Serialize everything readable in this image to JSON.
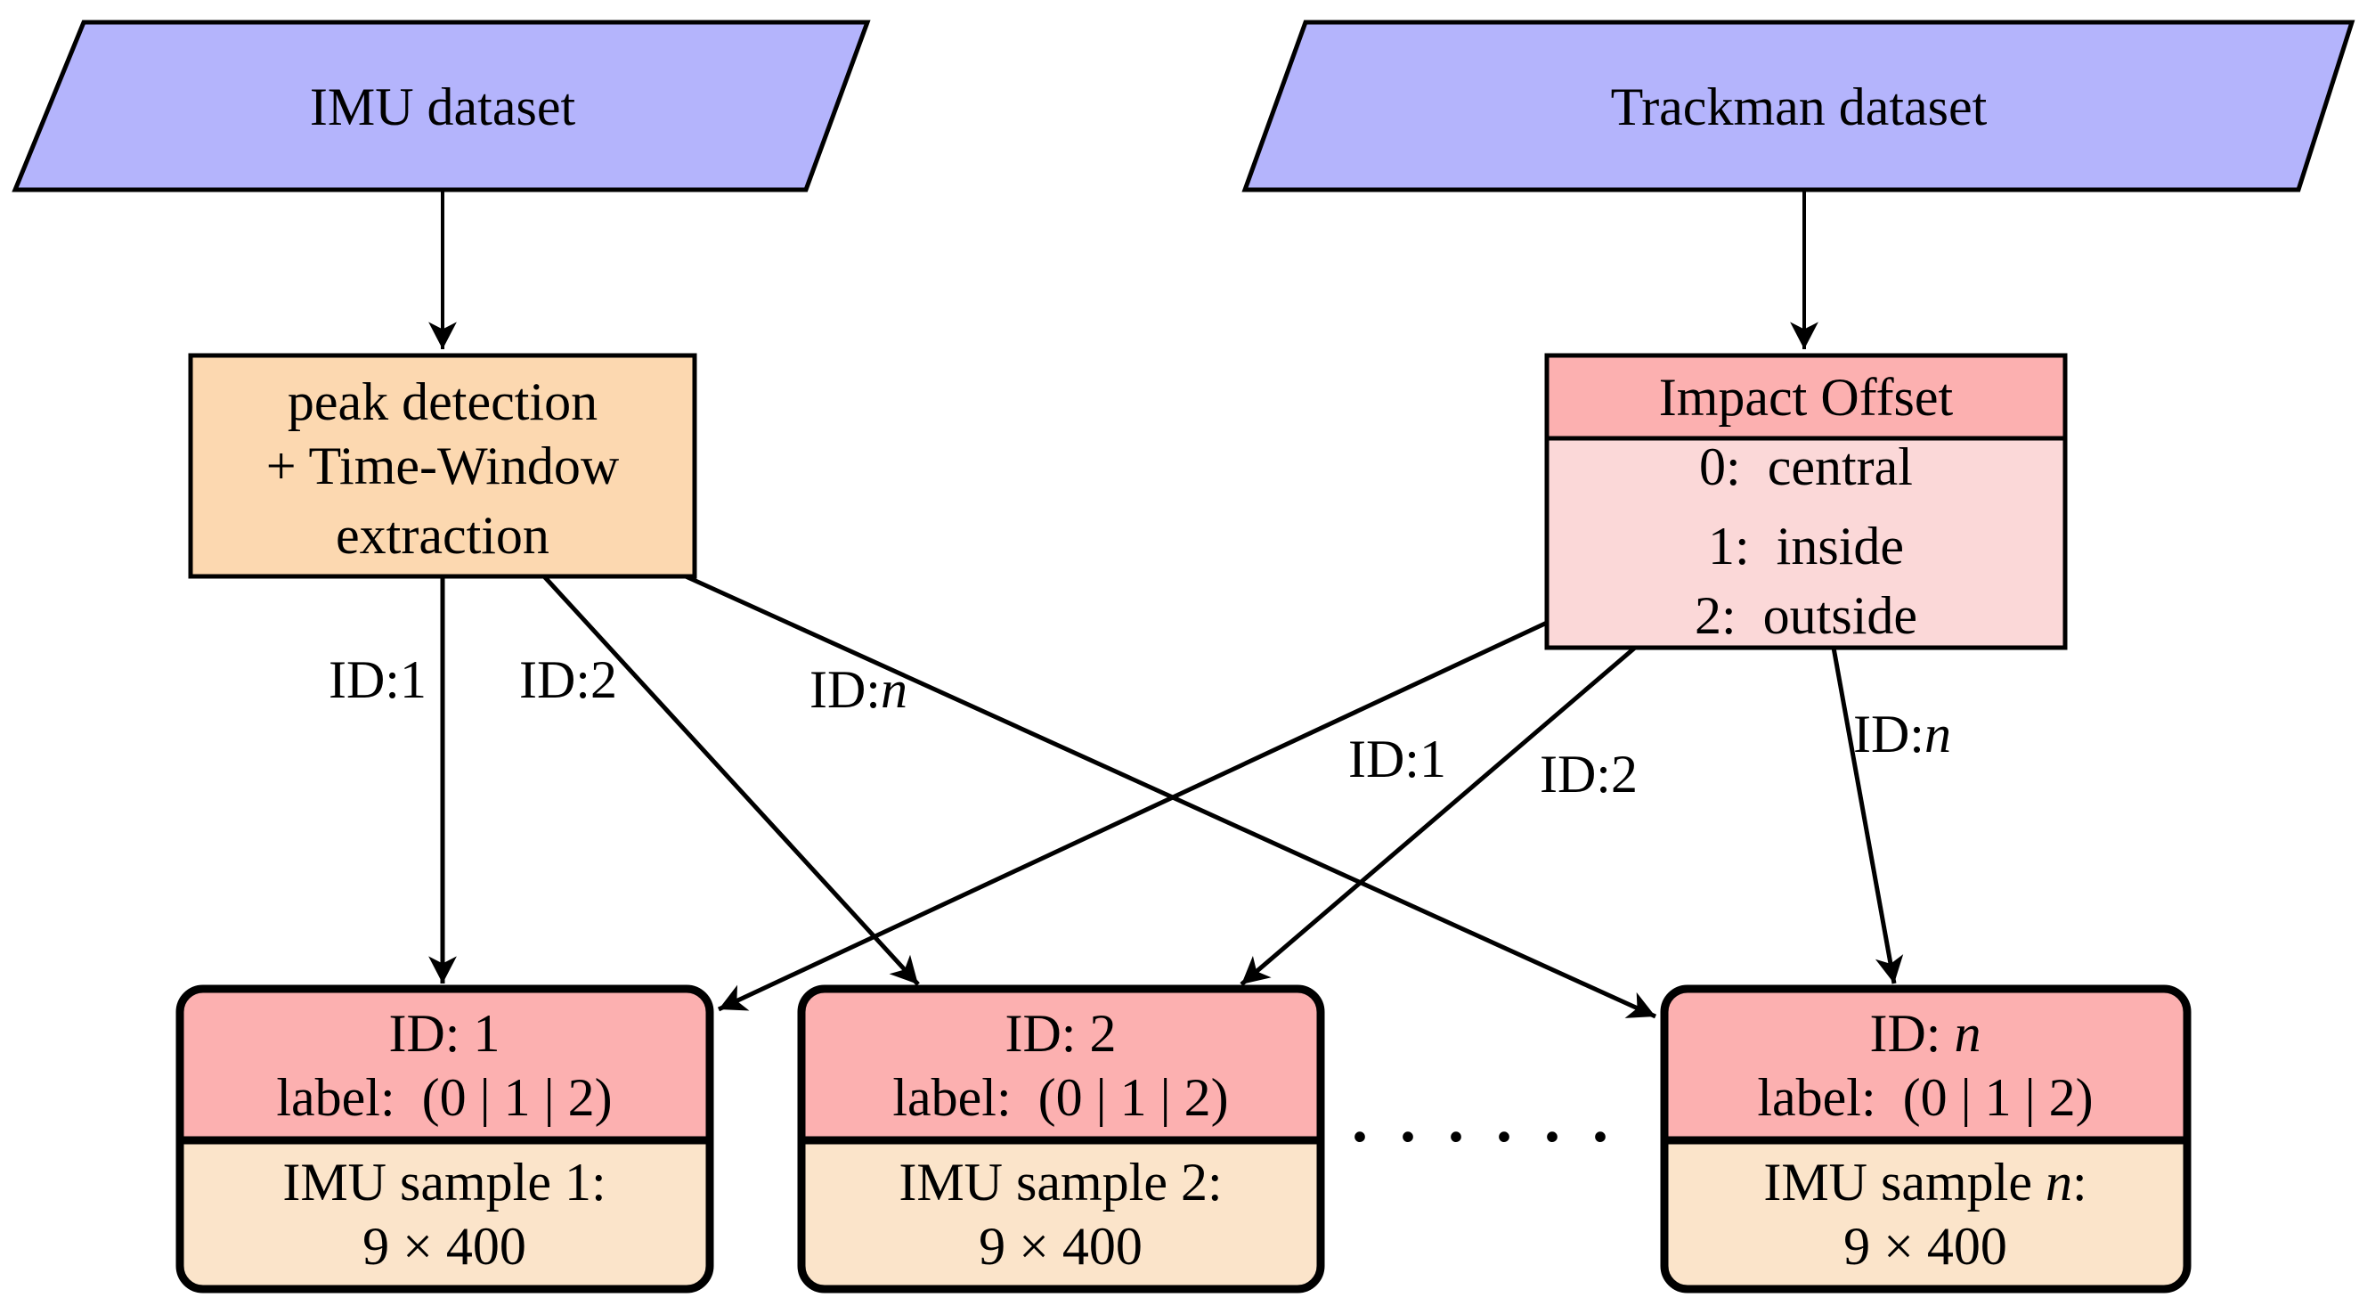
{
  "colors": {
    "dataset_fill": "#b4b4fc",
    "process_fill": "#fcd8b0",
    "header_fill": "#fcb0b0",
    "table_body_fill": "#fbd8d8",
    "sample_body_fill": "#fbe4ca",
    "line_color": "#000000"
  },
  "sources": {
    "imu": {
      "label": "IMU dataset"
    },
    "trackman": {
      "label": "Trackman dataset"
    }
  },
  "process": {
    "line1": "peak detection",
    "line2": "+ Time-Window",
    "line3": "extraction"
  },
  "impact_offset": {
    "title": "Impact Offset",
    "rows": [
      "0:  central",
      "1:  inside",
      "2:  outside"
    ]
  },
  "edge_labels": {
    "left": [
      {
        "prefix": "ID:",
        "value": "1"
      },
      {
        "prefix": "ID:",
        "value": "2"
      },
      {
        "prefix": "ID:",
        "value": "n"
      }
    ],
    "right": [
      {
        "prefix": "ID:",
        "value": "1"
      },
      {
        "prefix": "ID:",
        "value": "2"
      },
      {
        "prefix": "ID:",
        "value": "n"
      }
    ]
  },
  "samples": [
    {
      "id_prefix": "ID: ",
      "id_value": "1",
      "label_line": "label:  (0 | 1 | 2)",
      "body_prefix": "IMU sample ",
      "body_value": "1",
      "body_suffix": ":",
      "dims": "9 × 400"
    },
    {
      "id_prefix": "ID: ",
      "id_value": "2",
      "label_line": "label:  (0 | 1 | 2)",
      "body_prefix": "IMU sample ",
      "body_value": "2",
      "body_suffix": ":",
      "dims": "9 × 400"
    },
    {
      "id_prefix": "ID: ",
      "id_value": "n",
      "label_line": "label:  (0 | 1 | 2)",
      "body_prefix": "IMU sample ",
      "body_value": "n",
      "body_suffix": ":",
      "dims": "9 × 400"
    }
  ],
  "ellipsis": "· · · · · ·"
}
